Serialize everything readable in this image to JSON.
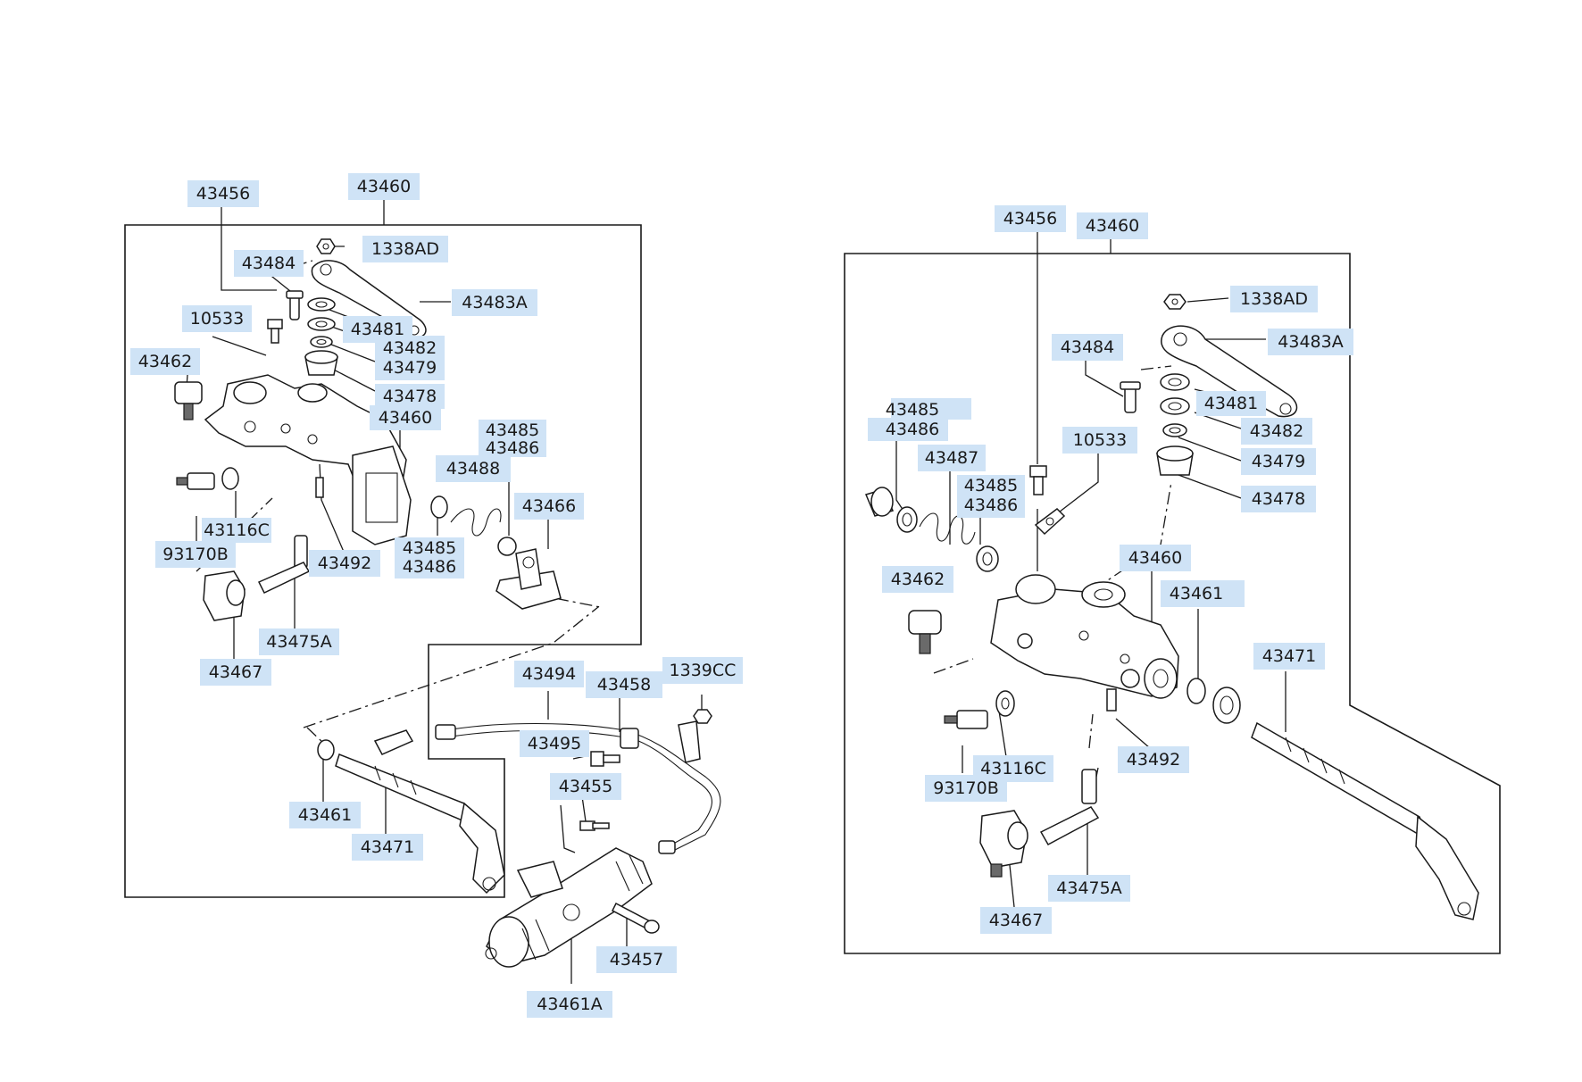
{
  "left_diagram": {
    "labels": [
      "43456",
      "43460",
      "1338AD",
      "43484",
      "43483A",
      "10533",
      "43481",
      "43482",
      "43479",
      "43462",
      "43478",
      "43460",
      "43485",
      "43486",
      "43488",
      "43466",
      "43116C",
      "93170B",
      "43492",
      "43485",
      "43486",
      "43475A",
      "43467",
      "43494",
      "43458",
      "1339CC",
      "43495",
      "43455",
      "43461",
      "43471",
      "43457",
      "43461A"
    ]
  },
  "right_diagram": {
    "labels": [
      "43456",
      "43460",
      "1338AD",
      "43483A",
      "43484",
      "43481",
      "43485",
      "43486",
      "43482",
      "10533",
      "43487",
      "43479",
      "43485",
      "43486",
      "43478",
      "43460",
      "43462",
      "43461",
      "43471",
      "43116C",
      "43492",
      "93170B",
      "43475A",
      "43467"
    ]
  }
}
